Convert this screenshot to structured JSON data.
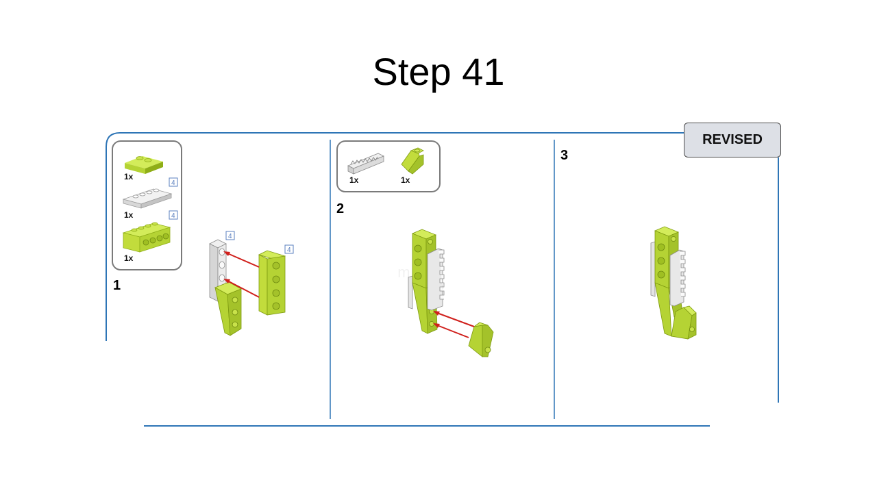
{
  "title": "Step 41",
  "badge": "REVISED",
  "steps": [
    {
      "number": "1",
      "parts": [
        {
          "qty": "1x",
          "color": "lime",
          "name": "slope-brick-icon"
        },
        {
          "qty": "1x",
          "color": "white",
          "name": "plate-1x4-icon",
          "box": "4"
        },
        {
          "qty": "1x",
          "color": "lime",
          "name": "technic-brick-1x4-icon",
          "box": "4"
        }
      ],
      "callouts": [
        "4",
        "4"
      ]
    },
    {
      "number": "2",
      "parts": [
        {
          "qty": "1x",
          "color": "white",
          "name": "gear-rack-icon"
        },
        {
          "qty": "1x",
          "color": "lime",
          "name": "slope-1x2-icon"
        }
      ]
    },
    {
      "number": "3"
    }
  ],
  "watermark": "www.leodroid.com",
  "colors": {
    "frame": "#2e75b6",
    "lime": "#b5d334",
    "lime_dark": "#8fae17",
    "white_part": "#e8e8e8",
    "arrow": "#d0201c",
    "badge_bg": "#dde0e6"
  }
}
